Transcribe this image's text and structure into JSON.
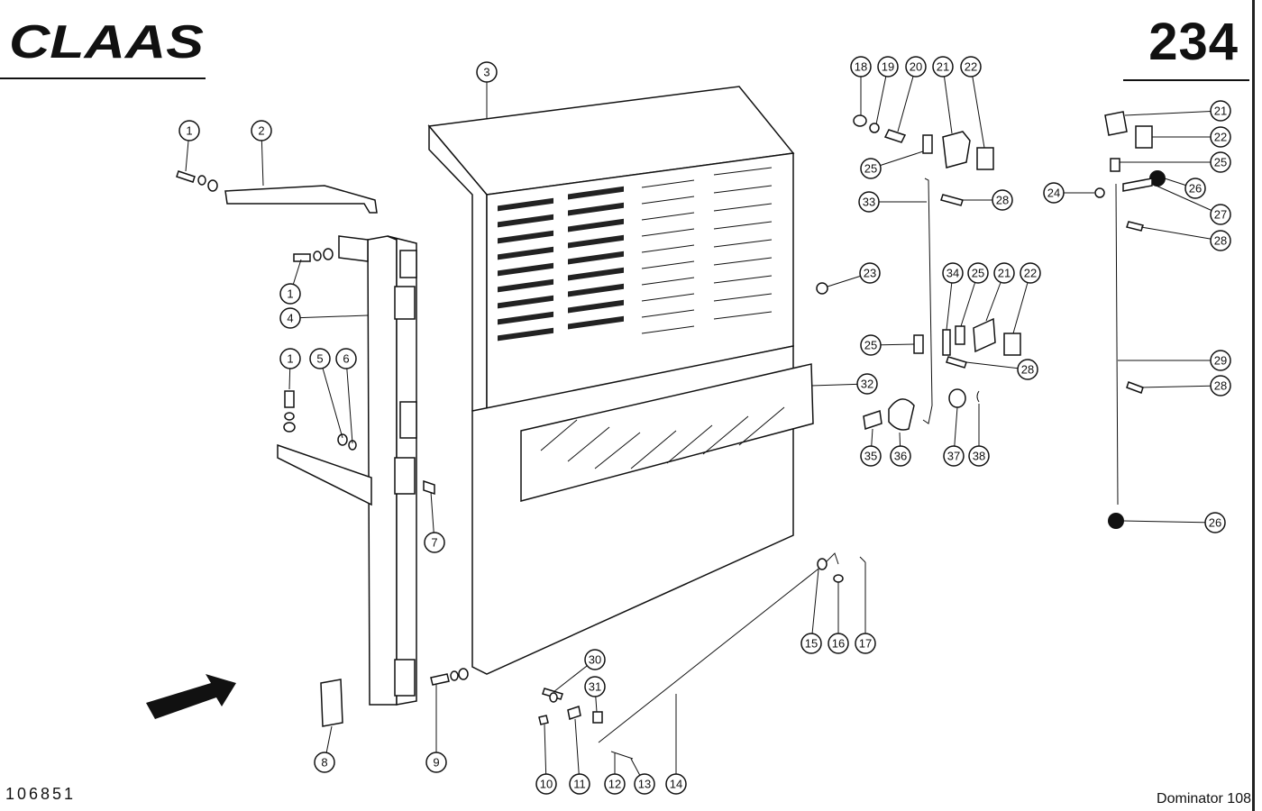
{
  "brand": {
    "logo": "CLAAS"
  },
  "header": {
    "page_number": "234"
  },
  "footer": {
    "drawing_number": "106851",
    "model": "Dominator 108"
  },
  "callouts": [
    {
      "id": "c1a",
      "label": "1"
    },
    {
      "id": "c2",
      "label": "2"
    },
    {
      "id": "c3",
      "label": "3"
    },
    {
      "id": "c1b",
      "label": "1"
    },
    {
      "id": "c4",
      "label": "4"
    },
    {
      "id": "c1c",
      "label": "1"
    },
    {
      "id": "c5",
      "label": "5"
    },
    {
      "id": "c6",
      "label": "6"
    },
    {
      "id": "c7",
      "label": "7"
    },
    {
      "id": "c8",
      "label": "8"
    },
    {
      "id": "c9",
      "label": "9"
    },
    {
      "id": "c10",
      "label": "10"
    },
    {
      "id": "c11",
      "label": "11"
    },
    {
      "id": "c12",
      "label": "12"
    },
    {
      "id": "c13",
      "label": "13"
    },
    {
      "id": "c14",
      "label": "14"
    },
    {
      "id": "c15",
      "label": "15"
    },
    {
      "id": "c16",
      "label": "16"
    },
    {
      "id": "c17",
      "label": "17"
    },
    {
      "id": "c18",
      "label": "18"
    },
    {
      "id": "c19",
      "label": "19"
    },
    {
      "id": "c20",
      "label": "20"
    },
    {
      "id": "c21a",
      "label": "21"
    },
    {
      "id": "c22a",
      "label": "22"
    },
    {
      "id": "c23",
      "label": "23"
    },
    {
      "id": "c25a",
      "label": "25"
    },
    {
      "id": "c33",
      "label": "33"
    },
    {
      "id": "c28a",
      "label": "28"
    },
    {
      "id": "c34",
      "label": "34"
    },
    {
      "id": "c25b",
      "label": "25"
    },
    {
      "id": "c21b",
      "label": "21"
    },
    {
      "id": "c22b",
      "label": "22"
    },
    {
      "id": "c25c",
      "label": "25"
    },
    {
      "id": "c28b",
      "label": "28"
    },
    {
      "id": "c32",
      "label": "32"
    },
    {
      "id": "c35",
      "label": "35"
    },
    {
      "id": "c36",
      "label": "36"
    },
    {
      "id": "c37",
      "label": "37"
    },
    {
      "id": "c38",
      "label": "38"
    },
    {
      "id": "c30",
      "label": "30"
    },
    {
      "id": "c31",
      "label": "31"
    },
    {
      "id": "c21c",
      "label": "21"
    },
    {
      "id": "c22c",
      "label": "22"
    },
    {
      "id": "c25d",
      "label": "25"
    },
    {
      "id": "c24",
      "label": "24"
    },
    {
      "id": "c26a",
      "label": "26"
    },
    {
      "id": "c27",
      "label": "27"
    },
    {
      "id": "c28c",
      "label": "28"
    },
    {
      "id": "c29",
      "label": "29"
    },
    {
      "id": "c28d",
      "label": "28"
    },
    {
      "id": "c26b",
      "label": "26"
    }
  ]
}
